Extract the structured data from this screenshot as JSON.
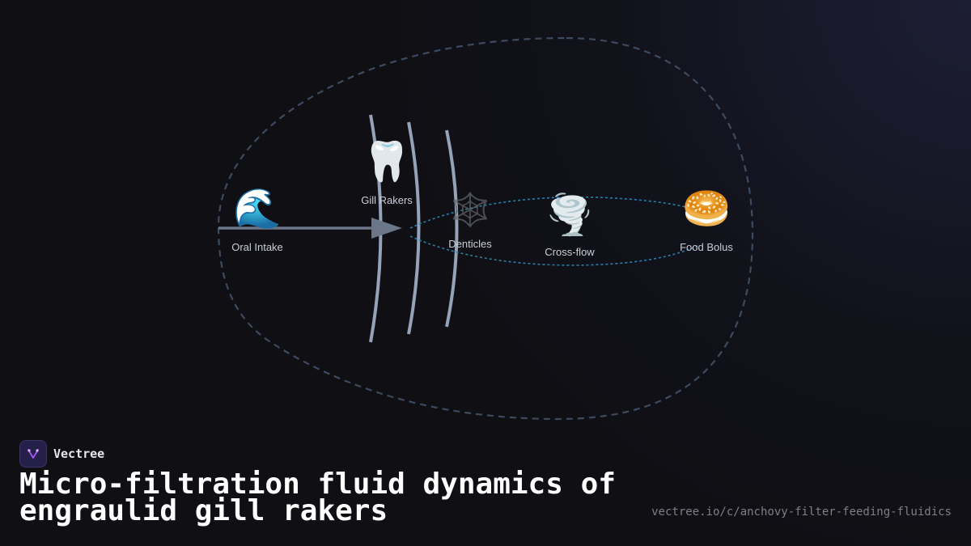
{
  "diagram": {
    "nodes": [
      {
        "id": "oral-intake",
        "label": "Oral Intake",
        "icon": "water-wave-icon",
        "glyph": "🌊"
      },
      {
        "id": "gill-rakers",
        "label": "Gill Rakers",
        "icon": "tooth-icon",
        "glyph": "🦷"
      },
      {
        "id": "denticles",
        "label": "Denticles",
        "icon": "spider-web-icon",
        "glyph": "🕸️"
      },
      {
        "id": "cross-flow",
        "label": "Cross-flow",
        "icon": "tornado-icon",
        "glyph": "🌪️"
      },
      {
        "id": "food-bolus",
        "label": "Food Bolus",
        "icon": "bagel-icon",
        "glyph": "🥯"
      }
    ],
    "colors": {
      "outline": "#3d4a5f",
      "arches": "#94a3b8",
      "arrow": "#6b7689",
      "flow": "#2a7fa6"
    }
  },
  "brand": {
    "name": "Vectree",
    "logo_icon": "vectree-logo-icon",
    "logo_color": "#a855f7"
  },
  "title": "Micro-filtration fluid dynamics of engraulid gill rakers",
  "url": "vectree.io/c/anchovy-filter-feeding-fluidics"
}
